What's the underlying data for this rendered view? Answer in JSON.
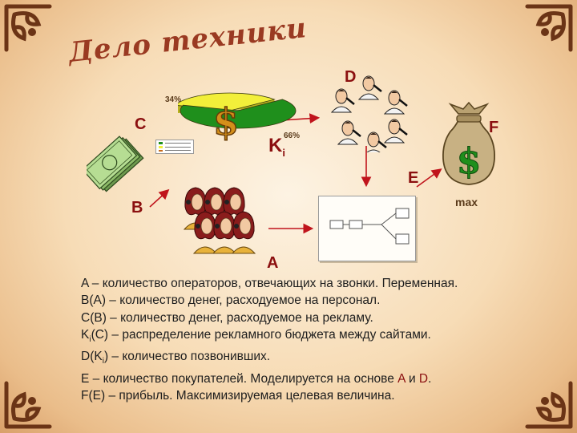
{
  "title": "Дело техники",
  "labels": {
    "a": "A",
    "b": "B",
    "c": "C",
    "d": "D",
    "e": "E",
    "f": "F",
    "k": "K",
    "k_sub": "i",
    "max": "max"
  },
  "pie": {
    "pct_small": "34%",
    "pct_large": "66%",
    "slices": [
      34,
      66
    ],
    "colors": [
      "#f2ef3a",
      "#1f8f1c"
    ]
  },
  "description": [
    {
      "lead": "A",
      "text": " – количество операторов, отвечающих на звонки. Переменная."
    },
    {
      "lead": "B(A)",
      "text": " – количество денег, расходуемое на персонал."
    },
    {
      "lead": "C(B)",
      "text": " – количество денег, расходуемое на рекламу."
    },
    {
      "lead": "K",
      "sub": "i",
      "mid": "(C)",
      "text": " – распределение рекламного бюджета между сайтами."
    },
    {
      "lead": "D(K",
      "sub": "i",
      "mid": ")",
      "text": " – количество позвонивших."
    },
    {
      "lead": "E",
      "text": " – количество покупателей. Моделируется на основе ",
      "hl1": "A",
      "and": " и ",
      "hl2": "D",
      "tail": "."
    },
    {
      "lead": "F(E)",
      "text": " – прибыль. Максимизируемая целевая величина."
    }
  ],
  "colors": {
    "label": "#8b0f0f",
    "arrow": "#c0141c",
    "title": "#9a3a22",
    "text": "#1e1e1e",
    "frame": "#6b3416"
  }
}
